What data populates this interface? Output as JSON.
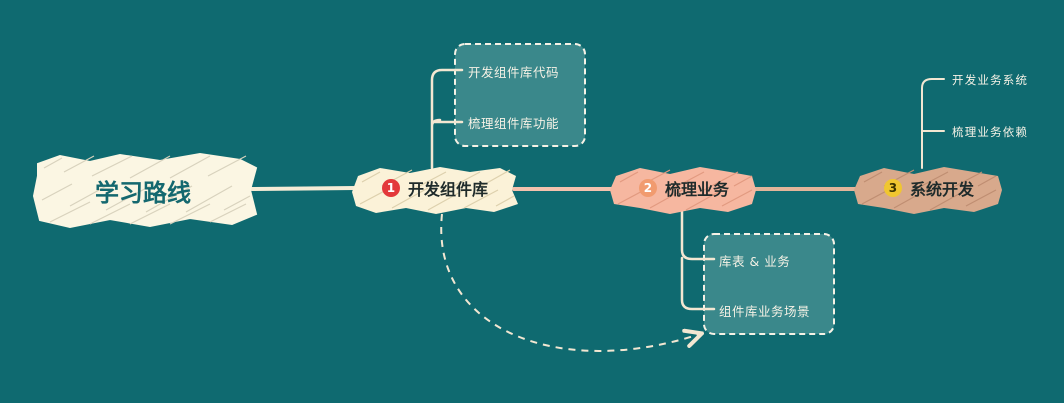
{
  "root": {
    "label": "学习路线"
  },
  "steps": [
    {
      "badge": "1",
      "label": "开发组件库",
      "color": "#e3393b",
      "items": [
        "开发组件库代码",
        "梳理组件库功能"
      ]
    },
    {
      "badge": "2",
      "label": "梳理业务",
      "color": "#f19b6f",
      "items": [
        "库表 & 业务",
        "组件库业务场景"
      ]
    },
    {
      "badge": "3",
      "label": "系统开发",
      "color": "#f0c630",
      "items": [
        "开发业务系统",
        "梳理业务依赖"
      ]
    }
  ],
  "colors": {
    "background": "#0f6a70",
    "root_fill": "#fbf6e3",
    "step1_fill": "#fbf2d8",
    "step2_fill": "#f6b7a0",
    "step3_fill": "#d8a98c",
    "box_fill": "#3a888b",
    "line": "#f3e7d2"
  }
}
